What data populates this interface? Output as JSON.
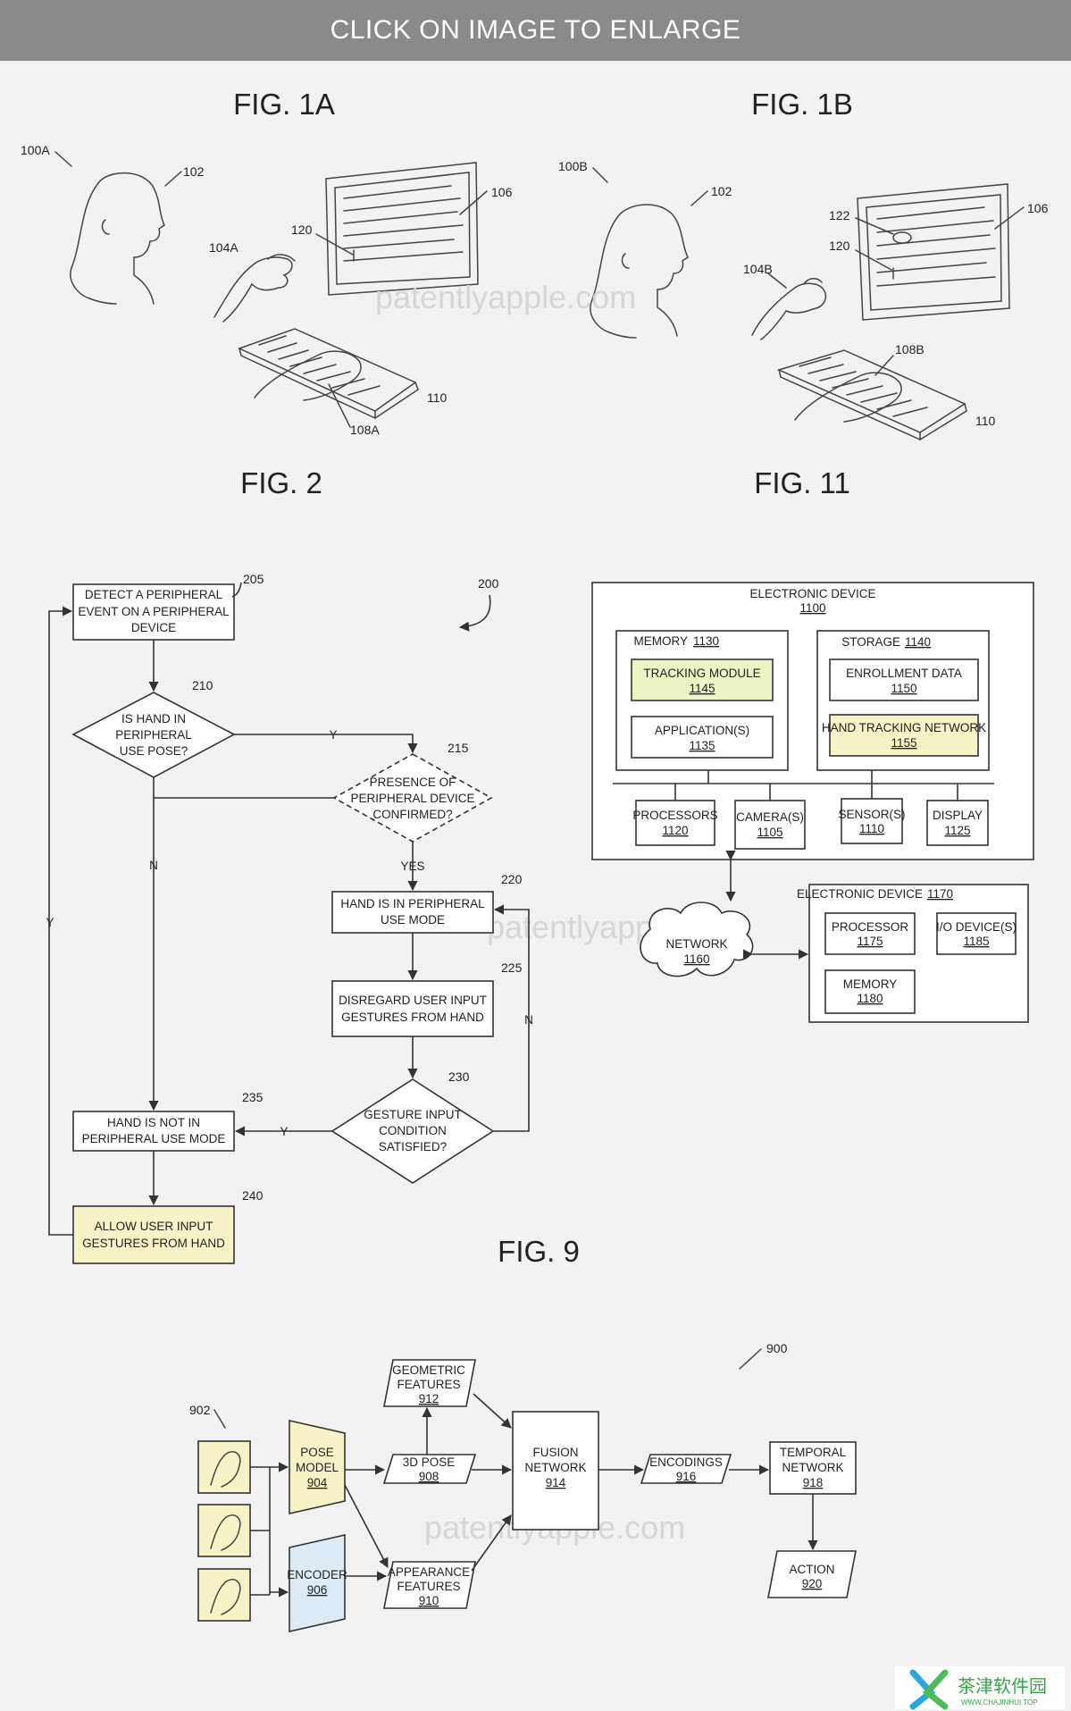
{
  "banner": "CLICK ON IMAGE TO ENLARGE",
  "figures": {
    "fig1a": "FIG. 1A",
    "fig1b": "FIG. 1B",
    "fig2": "FIG. 2",
    "fig11": "FIG. 11",
    "fig9": "FIG. 9"
  },
  "watermark": "patentlyapple.com",
  "fig1a": {
    "ref": "100A",
    "user": "102",
    "hand": "104A",
    "display": "106",
    "cursor": "120",
    "keyboard_hand": "108A",
    "keyboard": "110"
  },
  "fig1b": {
    "ref": "100B",
    "user": "102",
    "hand": "104B",
    "display": "106",
    "gesture": "122",
    "cursor": "120",
    "keyboard_hand": "108B",
    "keyboard": "110"
  },
  "fig2": {
    "ref": "200",
    "n205": {
      "line1": "DETECT A PERIPHERAL",
      "line2": "EVENT ON A PERIPHERAL",
      "line3": "DEVICE",
      "num": "205"
    },
    "n210": {
      "line1": "IS HAND IN",
      "line2": "PERIPHERAL",
      "line3": "USE POSE?",
      "num": "210"
    },
    "n215": {
      "line1": "PRESENCE OF",
      "line2": "PERIPHERAL DEVICE",
      "line3": "CONFIRMED?",
      "num": "215"
    },
    "n220": {
      "line1": "HAND IS IN PERIPHERAL",
      "line2": "USE MODE",
      "num": "220"
    },
    "n225": {
      "line1": "DISREGARD USER INPUT",
      "line2": "GESTURES FROM HAND",
      "num": "225"
    },
    "n230": {
      "line1": "GESTURE INPUT",
      "line2": "CONDITION",
      "line3": "SATISFIED?",
      "num": "230"
    },
    "n235": {
      "line1": "HAND IS NOT IN",
      "line2": "PERIPHERAL USE MODE",
      "num": "235"
    },
    "n240": {
      "line1": "ALLOW USER INPUT",
      "line2": "GESTURES FROM HAND",
      "num": "240"
    },
    "edges": {
      "y1": "Y",
      "yes": "YES",
      "n1": "N",
      "n2": "N",
      "y2": "Y",
      "y3": "Y"
    }
  },
  "fig11": {
    "device": {
      "label": "ELECTRONIC DEVICE",
      "num": "1100"
    },
    "memory": {
      "label": "MEMORY",
      "num": "1130"
    },
    "tracking": {
      "label": "TRACKING MODULE",
      "num": "1145"
    },
    "apps": {
      "label": "APPLICATION(S)",
      "num": "1135"
    },
    "storage": {
      "label": "STORAGE",
      "num": "1140"
    },
    "enroll": {
      "label": "ENROLLMENT DATA",
      "num": "1150"
    },
    "htn": {
      "label": "HAND TRACKING NETWORK",
      "num": "1155"
    },
    "proc": {
      "label": "PROCESSORS",
      "num": "1120"
    },
    "cam": {
      "label": "CAMERA(S)",
      "num": "1105"
    },
    "sensor": {
      "label": "SENSOR(S)",
      "num": "1110"
    },
    "display": {
      "label": "DISPLAY",
      "num": "1125"
    },
    "network": {
      "label": "NETWORK",
      "num": "1160"
    },
    "device2": {
      "label": "ELECTRONIC DEVICE",
      "num": "1170"
    },
    "proc2": {
      "label": "PROCESSOR",
      "num": "1175"
    },
    "io": {
      "label": "I/O DEVICE(S)",
      "num": "1185"
    },
    "mem2": {
      "label": "MEMORY",
      "num": "1180"
    }
  },
  "fig9": {
    "ref": "900",
    "frames_ref": "902",
    "pose": {
      "line1": "POSE",
      "line2": "MODEL",
      "num": "904"
    },
    "encoder": {
      "line1": "ENCODER",
      "num": "906"
    },
    "geo": {
      "line1": "GEOMETRIC",
      "line2": "FEATURES",
      "num": "912"
    },
    "pose3d": {
      "line1": "3D POSE",
      "num": "908"
    },
    "appear": {
      "line1": "APPEARANCE",
      "line2": "FEATURES",
      "num": "910"
    },
    "fusion": {
      "line1": "FUSION",
      "line2": "NETWORK",
      "num": "914"
    },
    "enc": {
      "line1": "ENCODINGS",
      "num": "916"
    },
    "temporal": {
      "line1": "TEMPORAL",
      "line2": "NETWORK",
      "num": "918"
    },
    "action": {
      "line1": "ACTION",
      "num": "920"
    }
  },
  "logo": {
    "name": "茶津软件园",
    "url": "WWW.CHAJINHUI.TOP"
  },
  "colors": {
    "yellow": "#f7f3c6",
    "blue": "#dcebf5",
    "green": "#eef3c4"
  }
}
